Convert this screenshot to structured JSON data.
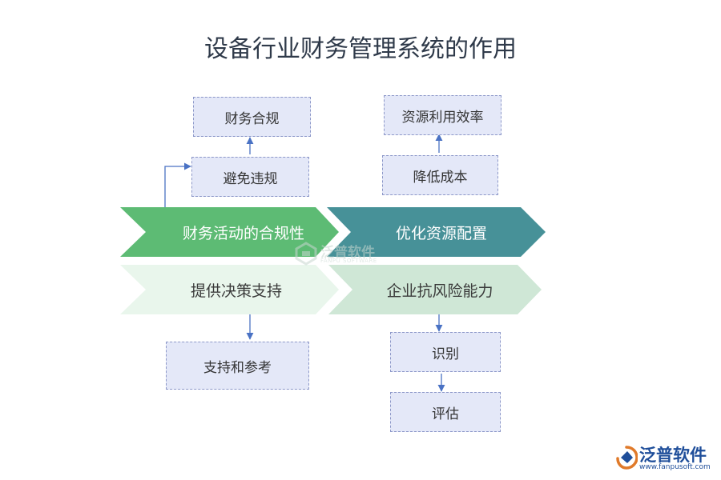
{
  "title": "设备行业财务管理系统的作用",
  "chevrons": {
    "top_left": "财务活动的合规性",
    "top_right": "优化资源配置",
    "bottom_left": "提供决策支持",
    "bottom_right": "企业抗风险能力"
  },
  "boxes": {
    "compliance": "财务合规",
    "avoid_violation": "避免违规",
    "resource_efficiency": "资源利用效率",
    "reduce_cost": "降低成本",
    "support_reference": "支持和参考",
    "identify": "识别",
    "evaluate": "评估"
  },
  "watermark": {
    "name": "泛普软件",
    "sub": "FANPU SOFTWARE"
  },
  "logo": {
    "name": "泛普软件",
    "url": "www.fanpusoft.com"
  },
  "colors": {
    "chevron_top_left": "#5dbb74",
    "chevron_top_right": "#479198",
    "chevron_bottom_left": "#e9f6ec",
    "chevron_bottom_right": "#cfe7d6",
    "box_fill": "#e4e8f8",
    "box_border": "#8c97c8",
    "arrow": "#4a72c4"
  }
}
